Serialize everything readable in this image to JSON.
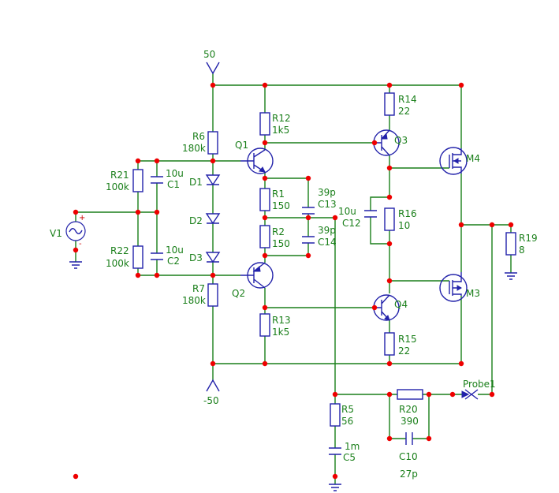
{
  "rails": {
    "positive": "50",
    "negative": "-50"
  },
  "components": {
    "V1": {
      "ref": "V1",
      "plus": "+",
      "minus": "-"
    },
    "R6": {
      "ref": "R6",
      "value": "180k"
    },
    "R7": {
      "ref": "R7",
      "value": "180k"
    },
    "R21": {
      "ref": "R21",
      "value": "100k"
    },
    "R22": {
      "ref": "R22",
      "value": "100k"
    },
    "C1": {
      "ref": "C1",
      "value": "10u"
    },
    "C2": {
      "ref": "C2",
      "value": "10u"
    },
    "D1": {
      "ref": "D1"
    },
    "D2": {
      "ref": "D2"
    },
    "D3": {
      "ref": "D3"
    },
    "Q1": {
      "ref": "Q1"
    },
    "Q2": {
      "ref": "Q2"
    },
    "Q3": {
      "ref": "Q3"
    },
    "Q4": {
      "ref": "Q4"
    },
    "R12": {
      "ref": "R12",
      "value": "1k5"
    },
    "R13": {
      "ref": "R13",
      "value": "1k5"
    },
    "R1": {
      "ref": "R1",
      "value": "150"
    },
    "R2": {
      "ref": "R2",
      "value": "150"
    },
    "C13": {
      "ref": "C13",
      "value": "39p"
    },
    "C14": {
      "ref": "C14",
      "value": "39p"
    },
    "R14": {
      "ref": "R14",
      "value": "22"
    },
    "R15": {
      "ref": "R15",
      "value": "22"
    },
    "R16": {
      "ref": "R16",
      "value": "10"
    },
    "C12": {
      "ref": "C12",
      "value": "10u"
    },
    "M3": {
      "ref": "M3"
    },
    "M4": {
      "ref": "M4"
    },
    "R19": {
      "ref": "R19",
      "value": "8"
    },
    "R5": {
      "ref": "R5",
      "value": "56"
    },
    "C5": {
      "ref": "C5",
      "value": "1m"
    },
    "R20": {
      "ref": "R20",
      "value": "390"
    },
    "C10": {
      "ref": "C10",
      "value": "27p"
    },
    "Probe1": {
      "ref": "Probe1"
    }
  },
  "colors": {
    "wire": "#1a7f1a",
    "device": "#2222aa",
    "node": "#ee0000",
    "label": "#1a7f1a"
  }
}
